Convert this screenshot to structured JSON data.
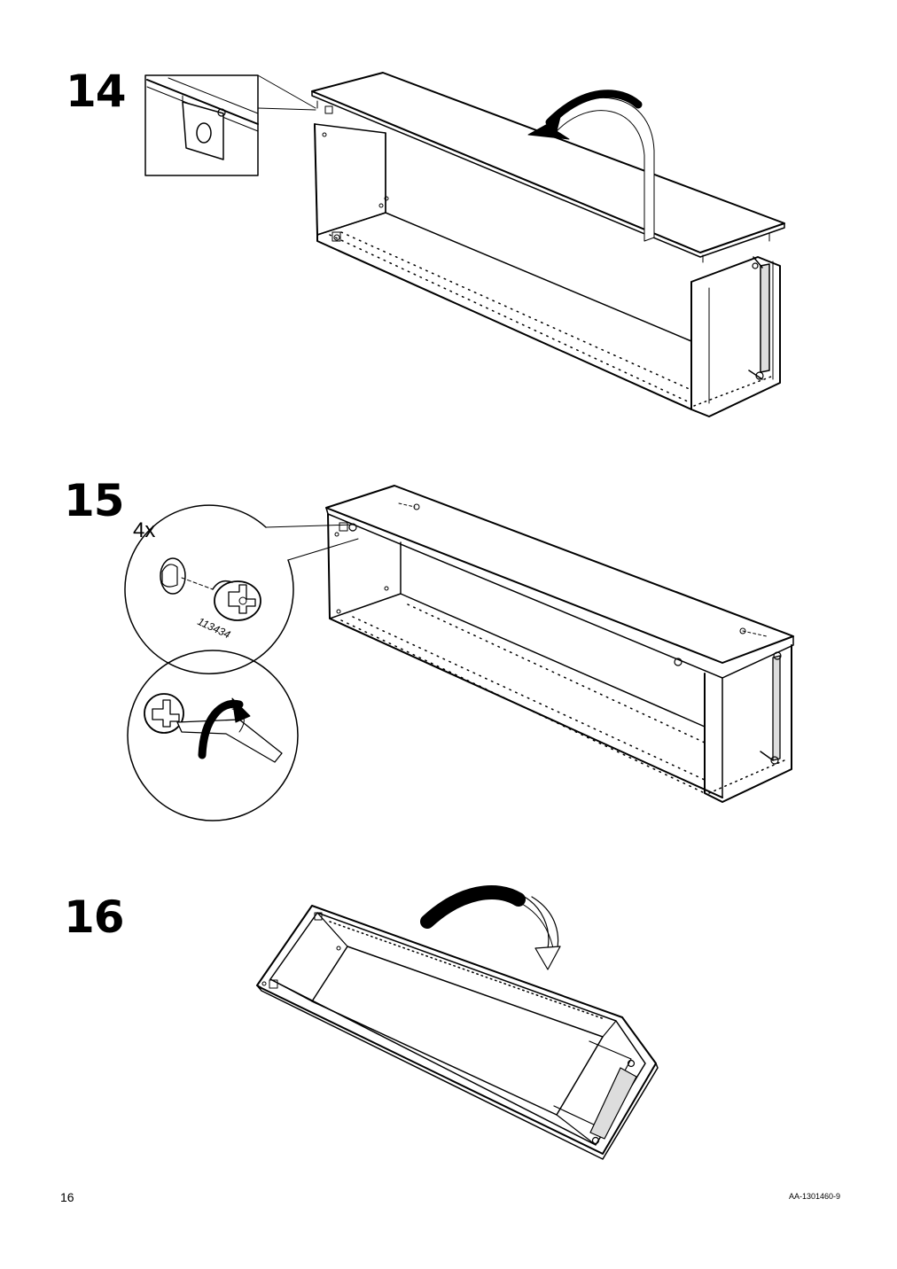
{
  "steps": [
    {
      "number": "14"
    },
    {
      "number": "15",
      "quantity": "4x",
      "part_number": "113434"
    },
    {
      "number": "16"
    }
  ],
  "footer": {
    "page_number": "16",
    "document_code": "AA-1301460-9"
  }
}
